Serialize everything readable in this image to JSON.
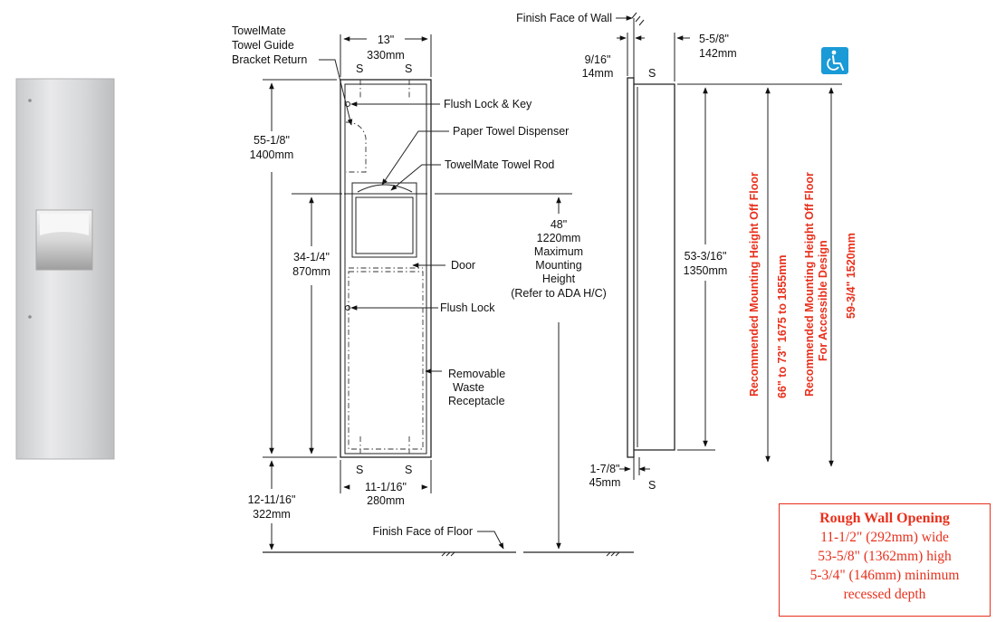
{
  "product_photo": {
    "alt": ""
  },
  "labels": {
    "finish_face_wall": "Finish Face of Wall",
    "towelmate_guide_1": "TowelMate",
    "towelmate_guide_2": "Towel Guide",
    "towelmate_guide_3": "Bracket Return",
    "flush_lock_key": "Flush Lock & Key",
    "paper_towel_dispenser": "Paper Towel Dispenser",
    "towelmate_rod": "TowelMate Towel Rod",
    "door": "Door",
    "flush_lock": "Flush Lock",
    "removable_1": "Removable",
    "removable_2": "Waste",
    "removable_3": "Receptacle",
    "finish_face_floor": "Finish Face of Floor",
    "s": "S"
  },
  "dimensions": {
    "top_width_in": "13\"",
    "top_width_mm": "330mm",
    "height_in": "55-1/8\"",
    "height_mm": "1400mm",
    "rod_in": "34-1/4\"",
    "rod_mm": "870mm",
    "bottom_width_in": "11-1/16\"",
    "bottom_width_mm": "280mm",
    "floor_gap_in": "12-11/16\"",
    "floor_gap_mm": "322mm",
    "max_in": "48\"",
    "max_mm": "1220mm",
    "max_1": "Maximum",
    "max_2": "Mounting",
    "max_3": "Height",
    "max_4": "(Refer to ADA H/C)",
    "flange_in": "9/16\"",
    "flange_mm": "14mm",
    "depth_in": "5-5/8\"",
    "depth_mm": "142mm",
    "side_h_in": "53-3/16\"",
    "side_h_mm": "1350mm",
    "bottom_in": "1-7/8\"",
    "bottom_mm": "45mm"
  },
  "recommended": {
    "std_1": "Recommended Mounting Height Off Floor",
    "std_2": "66\" to 73\"   1675 to 1855mm",
    "ada_1": "Recommended Mounting Height Off Floor",
    "ada_2": "For Accessible Design",
    "ada_3": "59-3/4\"   1520mm"
  },
  "rough_opening": {
    "title": "Rough Wall Opening",
    "line1": "11-1/2\" (292mm) wide",
    "line2": "53-5/8\" (1362mm) high",
    "line3": "5-3/4\" (146mm) minimum",
    "line4": "recessed depth"
  },
  "colors": {
    "accent_red": "#e8301c",
    "ada_blue": "#1a9ad6"
  },
  "icons": [
    "wheelchair-accessible-icon"
  ]
}
